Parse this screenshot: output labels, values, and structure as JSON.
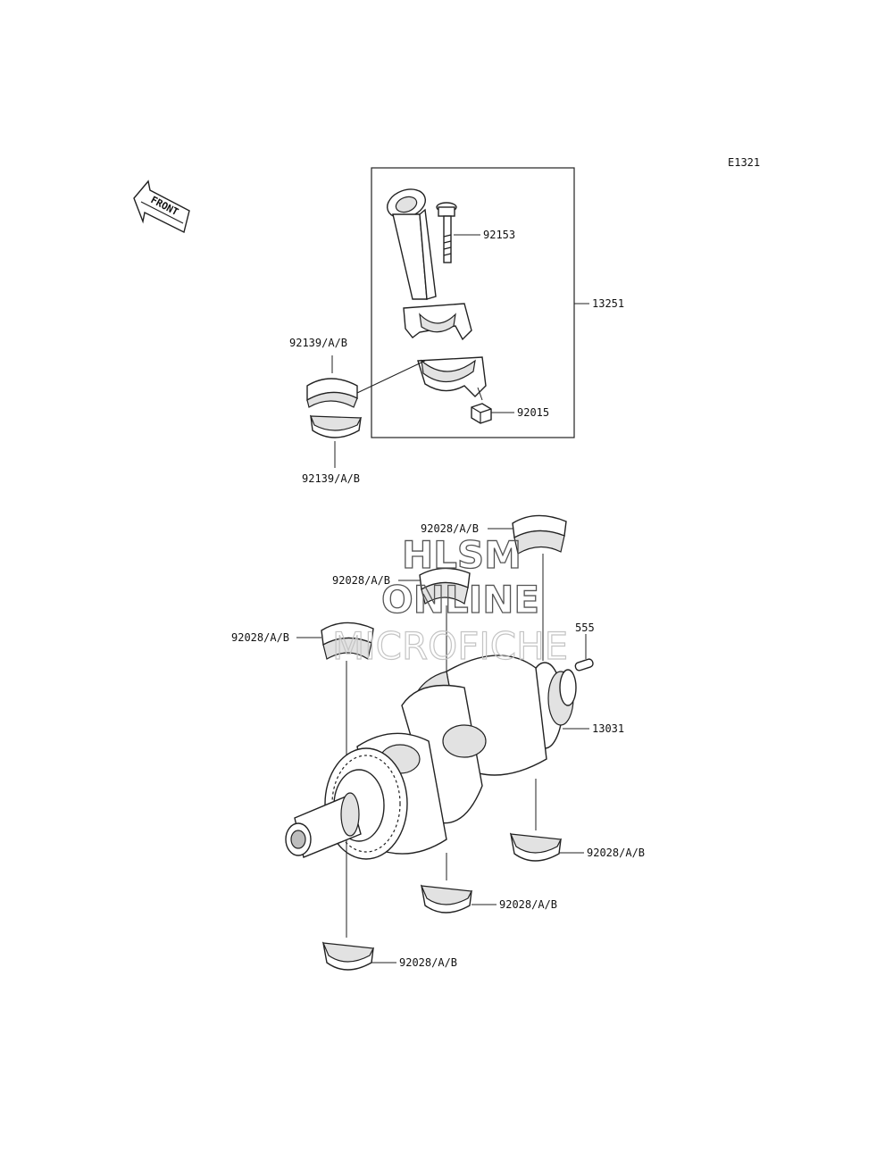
{
  "diagram_code": "E1321",
  "front_label": "FRONT",
  "watermark": {
    "line1": "HLSM",
    "line2": "ONLINE",
    "line3": "MICROFICHE"
  },
  "callouts": {
    "bolt": "92153",
    "rod_assy": "13251",
    "rod_bearing_upper": "92139/A/B",
    "rod_bearing_lower": "92139/A/B",
    "nut": "92015",
    "main_bearing_upper_right": "92028/A/B",
    "main_bearing_upper_mid": "92028/A/B",
    "main_bearing_upper_left": "92028/A/B",
    "key": "555",
    "crankshaft": "13031",
    "main_bearing_lower_right": "92028/A/B",
    "main_bearing_lower_mid": "92028/A/B",
    "main_bearing_lower_left": "92028/A/B"
  },
  "colors": {
    "line": "#222222",
    "background": "#ffffff",
    "watermark": "#555555"
  }
}
